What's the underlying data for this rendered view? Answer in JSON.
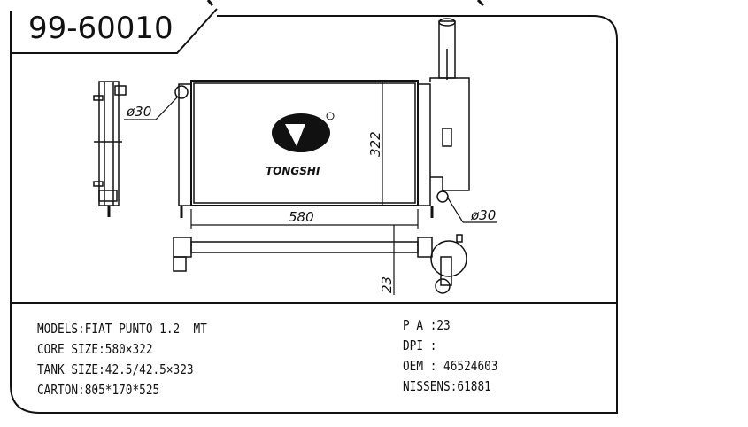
{
  "part_number": "99-60010",
  "brand": "TONGSHI",
  "dimensions": {
    "width": "580",
    "height": "322",
    "thickness": "23",
    "inlet_diameter": "ø30",
    "outlet_diameter": "ø30"
  },
  "specs_left": [
    "MODELS:FIAT PUNTO 1.2  MT",
    "CORE SIZE:580×322",
    "TANK SIZE:42.5/42.5×323",
    "CARTON:805*170*525"
  ],
  "specs_right": [
    "P A :23",
    "DPI :",
    "OEM : 46524603",
    "NISSENS:61881"
  ]
}
